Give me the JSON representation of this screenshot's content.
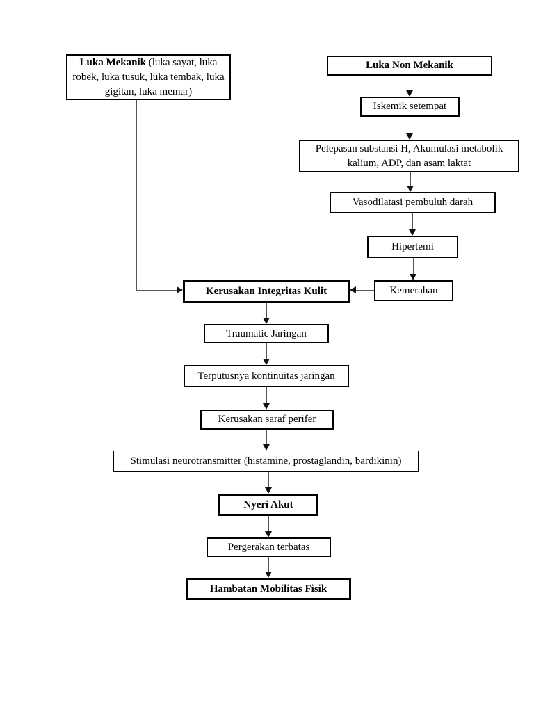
{
  "diagram": {
    "language": "Indonesian",
    "type": "flowchart",
    "nodes": {
      "luka_mekanik": {
        "lead": "Luka Mekanik",
        "rest": " (luka sayat, luka robek, luka tusuk, luka tembak, luka gigitan, luka memar)"
      },
      "luka_non_mekanik": {
        "label": "Luka Non Mekanik"
      },
      "iskemik": {
        "label": "Iskemik setempat"
      },
      "pelepasan": {
        "label": "Pelepasan substansi H, Akumulasi metabolik kalium, ADP, dan asam laktat"
      },
      "vasodilatasi": {
        "label": "Vasodilatasi pembuluh darah"
      },
      "hipertemi": {
        "label": "Hipertemi"
      },
      "kemerahan": {
        "label": "Kemerahan"
      },
      "kerusakan_integritas": {
        "label": "Kerusakan Integritas Kulit"
      },
      "traumatic": {
        "label": "Traumatic Jaringan"
      },
      "terputusnya": {
        "label": "Terputusnya kontinuitas jaringan"
      },
      "kerusakan_saraf": {
        "label": "Kerusakan saraf perifer"
      },
      "stimulasi": {
        "label": "Stimulasi neurotransmitter (histamine, prostaglandin, bardikinin)"
      },
      "nyeri_akut": {
        "label": "Nyeri Akut"
      },
      "pergerakan": {
        "label": "Pergerakan terbatas"
      },
      "hambatan": {
        "label": "Hambatan Mobilitas Fisik"
      }
    },
    "edges": [
      {
        "from": "luka_non_mekanik",
        "to": "iskemik"
      },
      {
        "from": "iskemik",
        "to": "pelepasan"
      },
      {
        "from": "pelepasan",
        "to": "vasodilatasi"
      },
      {
        "from": "vasodilatasi",
        "to": "hipertemi"
      },
      {
        "from": "hipertemi",
        "to": "kemerahan"
      },
      {
        "from": "kemerahan",
        "to": "kerusakan_integritas"
      },
      {
        "from": "luka_mekanik",
        "to": "kerusakan_integritas"
      },
      {
        "from": "kerusakan_integritas",
        "to": "traumatic"
      },
      {
        "from": "traumatic",
        "to": "terputusnya"
      },
      {
        "from": "terputusnya",
        "to": "kerusakan_saraf"
      },
      {
        "from": "kerusakan_saraf",
        "to": "stimulasi"
      },
      {
        "from": "stimulasi",
        "to": "nyeri_akut"
      },
      {
        "from": "nyeri_akut",
        "to": "pergerakan"
      },
      {
        "from": "pergerakan",
        "to": "hambatan"
      }
    ],
    "colors": {
      "background": "#ffffff",
      "box_border": "#000000",
      "text": "#000000",
      "connector_line": "#555555",
      "arrowhead": "#101010"
    }
  }
}
